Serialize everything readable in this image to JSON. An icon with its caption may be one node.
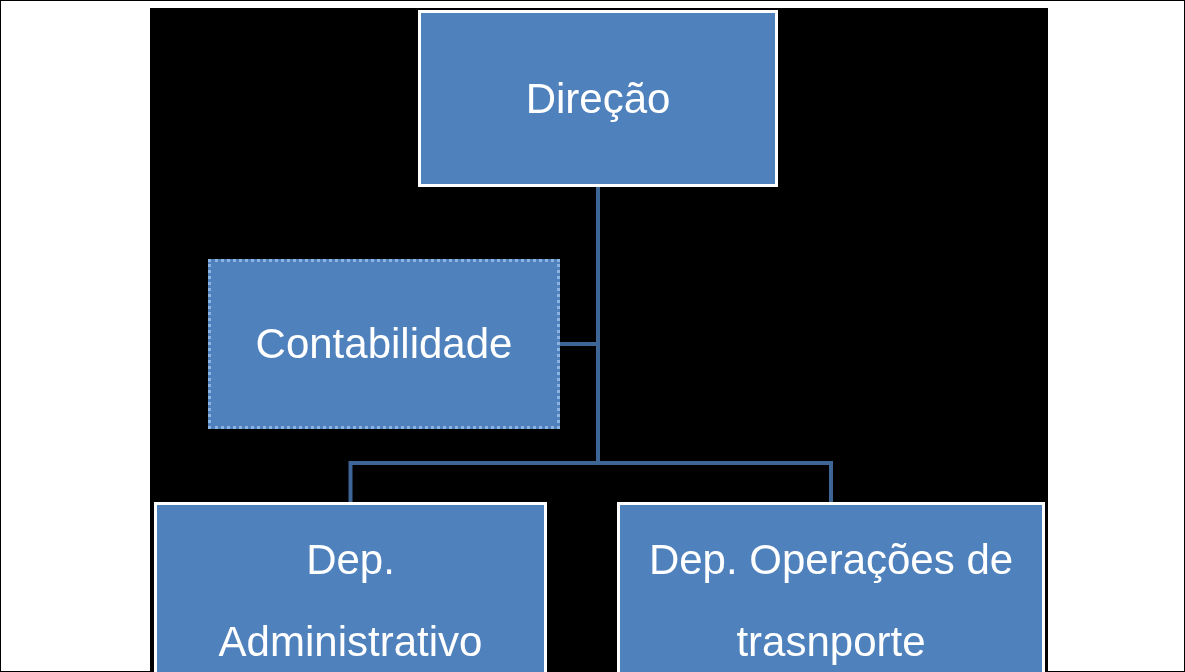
{
  "diagram": {
    "nodes": [
      {
        "text": [
          "Direção"
        ]
      },
      {
        "text": [
          "Contabilidade"
        ]
      },
      {
        "text": [
          "Dep. Administrativo"
        ]
      },
      {
        "text": [
          "Dep. Operações de trasnporte"
        ]
      }
    ],
    "edges": [
      {
        "from": 0,
        "to": 1,
        "arrow": "none"
      },
      {
        "from": 0,
        "to": 2,
        "arrow": "none"
      },
      {
        "from": 0,
        "to": 3,
        "arrow": "none"
      }
    ]
  }
}
